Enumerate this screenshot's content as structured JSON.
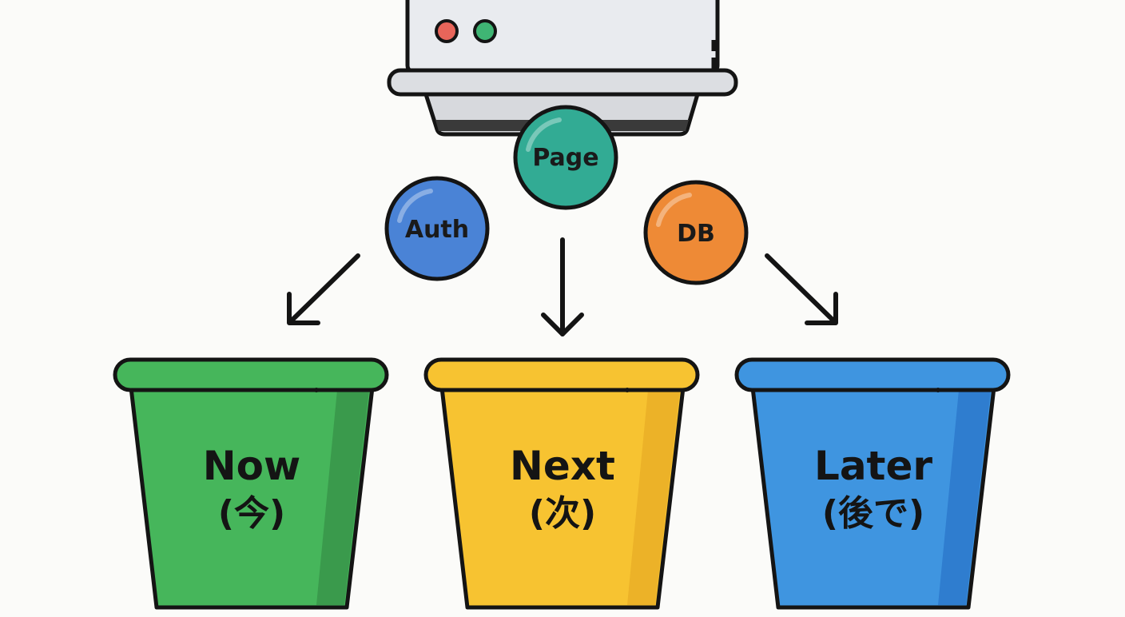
{
  "machine": {
    "lights": [
      {
        "name": "red-light",
        "color": "#e8655a"
      },
      {
        "name": "green-light",
        "color": "#3fb574"
      }
    ]
  },
  "balls": [
    {
      "id": "page",
      "label": "Page",
      "color": "#32ab94"
    },
    {
      "id": "auth",
      "label": "Auth",
      "color": "#4a83d6"
    },
    {
      "id": "db",
      "label": "DB",
      "color": "#ee8a36"
    }
  ],
  "buckets": [
    {
      "id": "now",
      "label": "Now",
      "sublabel": "(今)",
      "color": "#46b65b",
      "shade": "#3a9a4c"
    },
    {
      "id": "next",
      "label": "Next",
      "sublabel": "(次)",
      "color": "#f7c331",
      "shade": "#ecb228"
    },
    {
      "id": "later",
      "label": "Later",
      "sublabel": "(後で)",
      "color": "#3f95e0",
      "shade": "#2f7dcf"
    }
  ],
  "colors": {
    "outline": "#141414",
    "background": "#fbfbf9",
    "machine_body": "#e9ebef"
  }
}
